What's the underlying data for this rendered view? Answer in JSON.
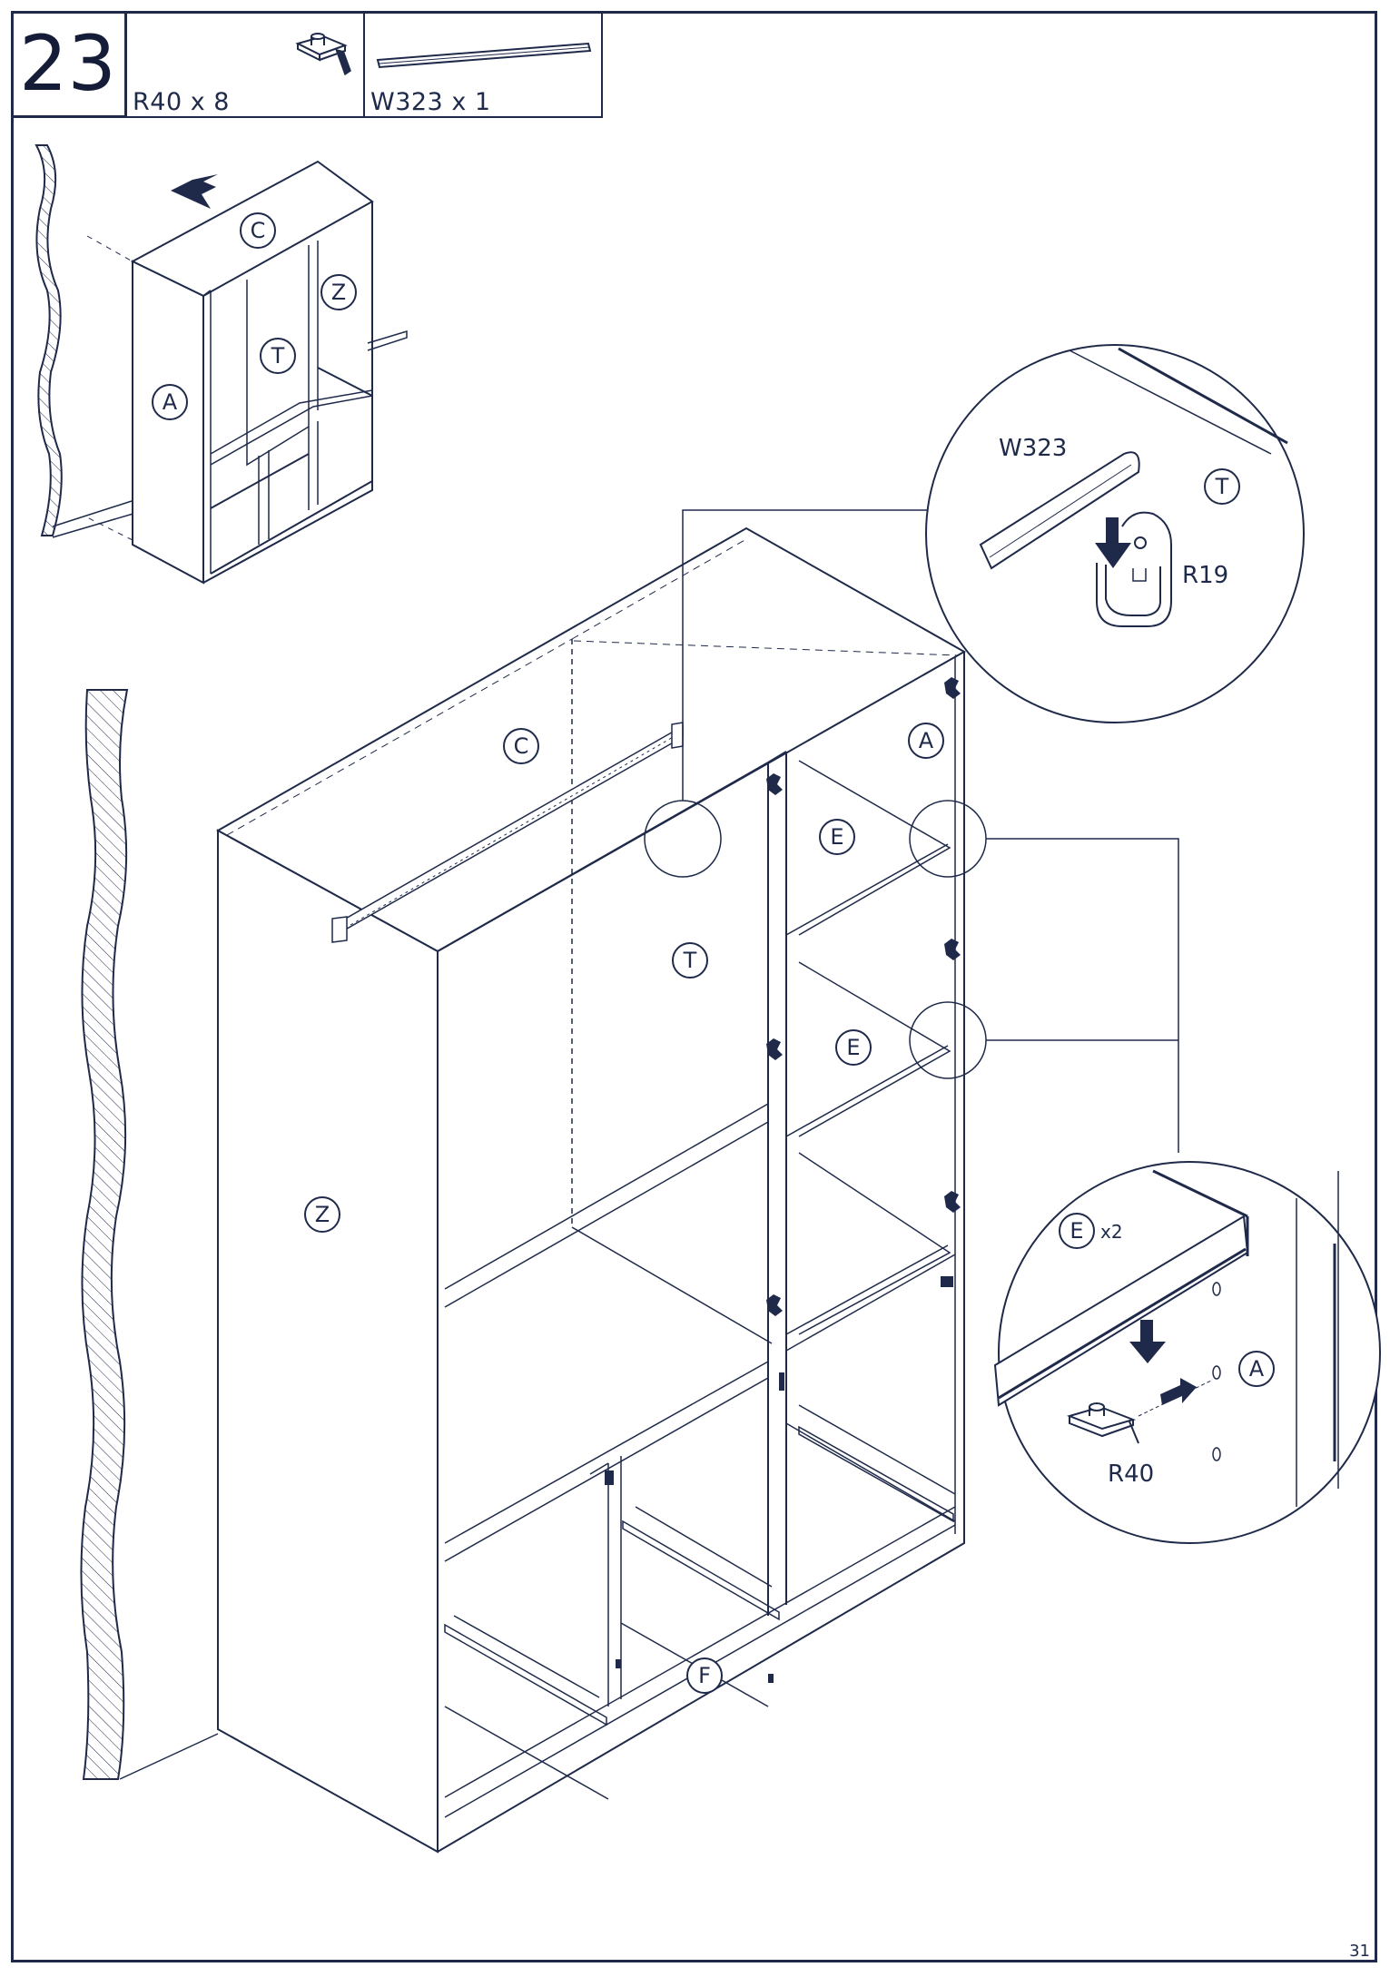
{
  "step": {
    "number": "23",
    "page_number": "31"
  },
  "parts": [
    {
      "code": "R40",
      "label": "R40 x 8",
      "icon": "shelf-support-icon"
    },
    {
      "code": "W323",
      "label": "W323 x 1",
      "icon": "clothes-rail-icon"
    }
  ],
  "overview_labels": {
    "top": "C",
    "side": "A",
    "back": "T",
    "right_side": "Z"
  },
  "main_labels": {
    "top": "C",
    "right_side": "A",
    "back": "T",
    "left_side": "Z",
    "shelf_1": "E",
    "shelf_2": "E",
    "bottom": "F"
  },
  "detail_rail": {
    "rail_code": "W323",
    "bracket_code": "R19",
    "panel": "T"
  },
  "detail_shelf": {
    "shelf": "E",
    "multiplier": "x2",
    "side_panel": "A",
    "support_code": "R40"
  },
  "colors": {
    "ink": "#1f2a4a",
    "arrow": "#1f2a4a"
  }
}
